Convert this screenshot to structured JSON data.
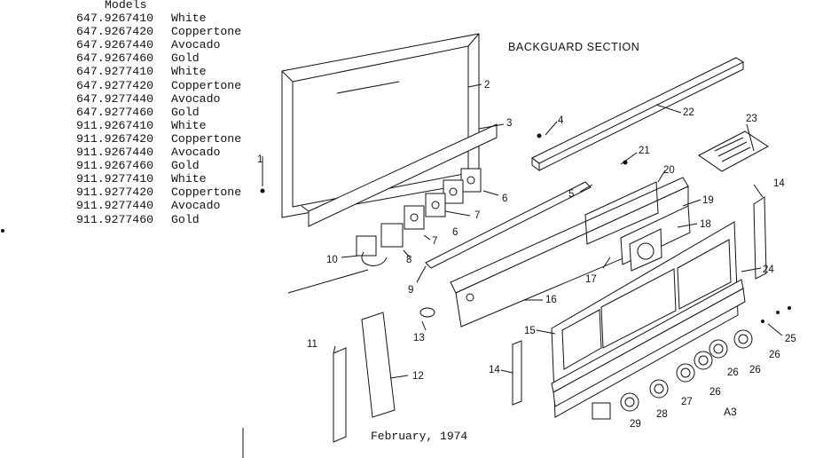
{
  "models_header": "Models",
  "models": [
    {
      "number": "647.9267410",
      "color": "White"
    },
    {
      "number": "647.9267420",
      "color": "Coppertone"
    },
    {
      "number": "647.9267440",
      "color": "Avocado"
    },
    {
      "number": "647.9267460",
      "color": "Gold"
    },
    {
      "number": "647.9277410",
      "color": "White"
    },
    {
      "number": "647.9277420",
      "color": "Coppertone"
    },
    {
      "number": "647.9277440",
      "color": "Avocado"
    },
    {
      "number": "647.9277460",
      "color": "Gold"
    },
    {
      "number": "911.9267410",
      "color": "White"
    },
    {
      "number": "911.9267420",
      "color": "Coppertone"
    },
    {
      "number": "911.9267440",
      "color": "Avocado"
    },
    {
      "number": "911.9267460",
      "color": "Gold"
    },
    {
      "number": "911.9277410",
      "color": "White"
    },
    {
      "number": "911.9277420",
      "color": "Coppertone"
    },
    {
      "number": "911.9277440",
      "color": "Avocado"
    },
    {
      "number": "911.9277460",
      "color": "Gold"
    }
  ],
  "section_title": "BACKGUARD SECTION",
  "date": "February, 1974",
  "sheet_id": "A3",
  "callouts": {
    "c1": "1",
    "c2": "2",
    "c3": "3",
    "c4": "4",
    "c5": "5",
    "c6a": "6",
    "c6b": "6",
    "c7a": "7",
    "c7b": "7",
    "c8": "8",
    "c9": "9",
    "c10": "10",
    "c11": "11",
    "c12": "12",
    "c13": "13",
    "c14a": "14",
    "c14b": "14",
    "c15": "15",
    "c16": "16",
    "c17": "17",
    "c18": "18",
    "c19": "19",
    "c20": "20",
    "c21": "21",
    "c22": "22",
    "c23": "23",
    "c24": "24",
    "c25": "25",
    "c26a": "26",
    "c26b": "26",
    "c26c": "26",
    "c26d": "26",
    "c27": "27",
    "c28": "28",
    "c29": "29"
  }
}
